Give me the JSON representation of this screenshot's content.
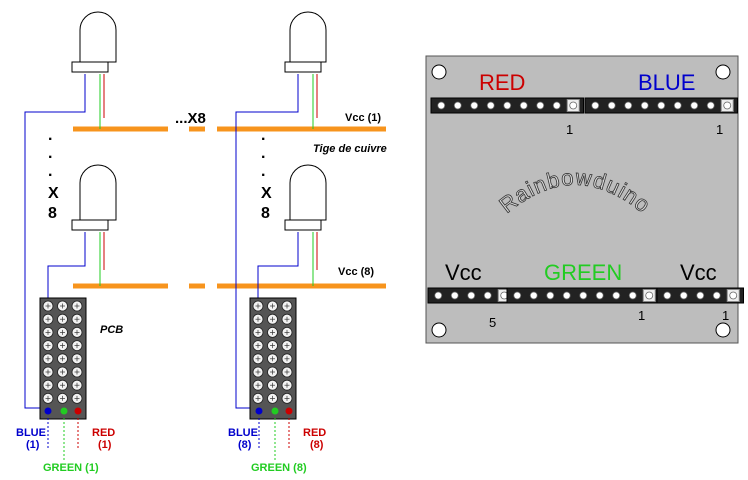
{
  "left": {
    "times_count": "...X8",
    "vcc_top": "Vcc (1)",
    "copper_rod": "Tige de cuivre",
    "vcc_bottom": "Vcc (8)",
    "dots": ".",
    "x_letter": "X",
    "x_count": "8",
    "pcb_label": "PCB",
    "blue_1": "BLUE",
    "blue_1_num": "(1)",
    "red_1": "RED",
    "red_1_num": "(1)",
    "green_1": "GREEN (1)",
    "blue_8": "BLUE",
    "blue_8_num": "(8)",
    "red_8": "RED",
    "red_8_num": "(8)",
    "green_8": "GREEN (8)"
  },
  "board": {
    "title": "Rainbowduino",
    "red": "RED",
    "blue": "BLUE",
    "green": "GREEN",
    "vcc_left": "Vcc",
    "vcc_right": "Vcc",
    "pin_red": "1",
    "pin_blue": "1",
    "pin_vcc_left": "5",
    "pin_green": "1",
    "pin_vcc_right": "1"
  },
  "colors": {
    "copper": "#f7941d",
    "blue": "#0000cc",
    "red": "#cc0000",
    "green": "#22cc22",
    "board": "#bdbdbd",
    "pcb": "#555555"
  }
}
